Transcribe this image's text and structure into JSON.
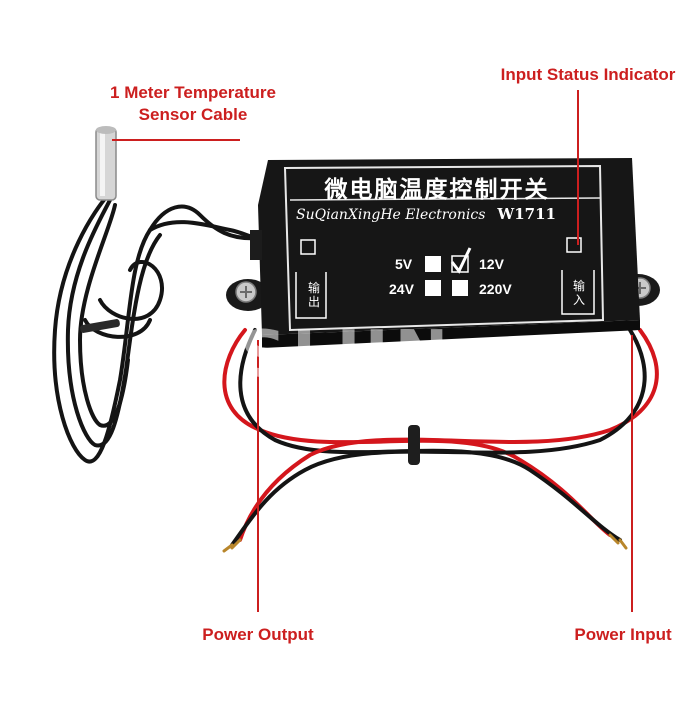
{
  "annotations": {
    "sensor_cable": "1 Meter Temperature\nSensor Cable",
    "sensor_cable_line1": "1 Meter Temperature",
    "sensor_cable_line2": "Sensor Cable",
    "input_status": "Input Status Indicator",
    "power_output": "Power Output",
    "power_input": "Power Input"
  },
  "device": {
    "title": "微电脑温度控制开关",
    "brand": "SuQianXingHe Electronics",
    "model": "W1711",
    "voltages": {
      "v5": "5V",
      "v12": "12V",
      "v24": "24V",
      "v220": "220V",
      "selected": "12V"
    },
    "output_port": "输出",
    "output_port_line1": "输",
    "output_port_line2": "出",
    "input_port": "输入",
    "input_port_line1": "输",
    "input_port_line2": "入"
  },
  "watermark": "SLUN",
  "colors": {
    "annotation": "#cc1f1f",
    "device_body": "#161616",
    "wire_red": "#d4161c",
    "wire_black": "#141414"
  }
}
